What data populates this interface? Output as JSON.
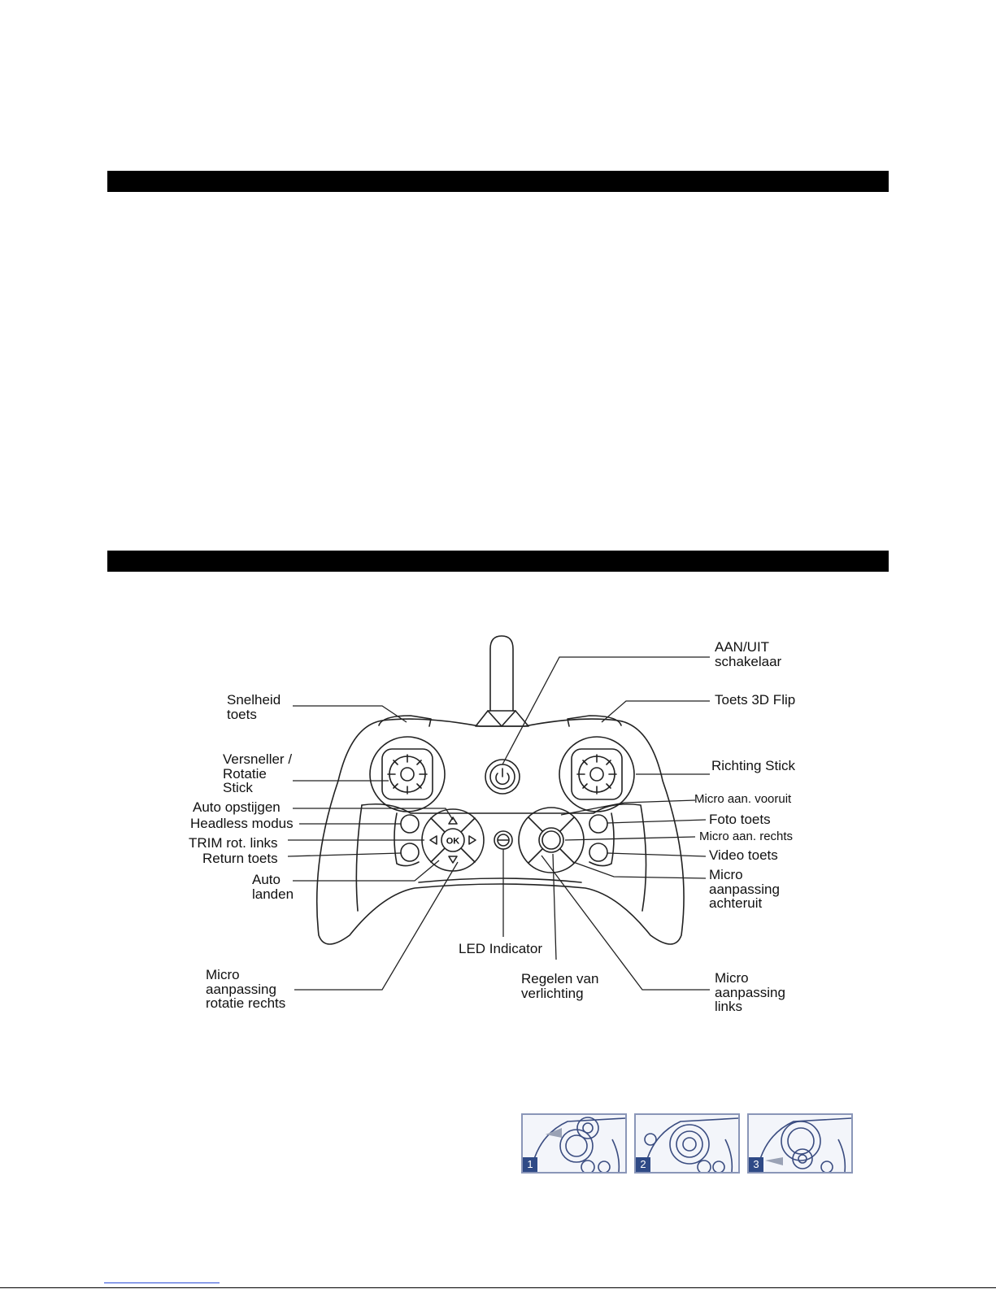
{
  "labels": {
    "aan_uit": "AAN/UIT\nschakelaar",
    "snelheid": "Snelheid\ntoets",
    "toets_3d_flip": "Toets 3D Flip",
    "versneller": "Versneller /\nRotatie\nStick",
    "richting_stick": "Richting Stick",
    "auto_opstijgen": "Auto opstijgen",
    "micro_vooruit": "Micro aan. vooruit",
    "headless": "Headless modus",
    "foto_toets": "Foto toets",
    "trim_links": "TRIM rot. links",
    "micro_rechts": "Micro aan. rechts",
    "return_toets": "Return toets",
    "video_toets": "Video toets",
    "auto_landen": "Auto\nlanden",
    "micro_achteruit": "Micro\naanpassing\nachteruit",
    "led_indicator": "LED Indicator",
    "micro_rotatie_rechts": "Micro\naanpassing\nrotatie rechts",
    "regelen_verlichting": "Regelen van\nverlichting",
    "micro_links": "Micro\naanpassing\nlinks"
  },
  "controller": {
    "ok_label": "OK"
  },
  "steps": [
    "1",
    "2",
    "3"
  ],
  "colors": {
    "bar": "#000000",
    "step_badge": "#2f4a86",
    "step_border": "#8a96b8"
  }
}
